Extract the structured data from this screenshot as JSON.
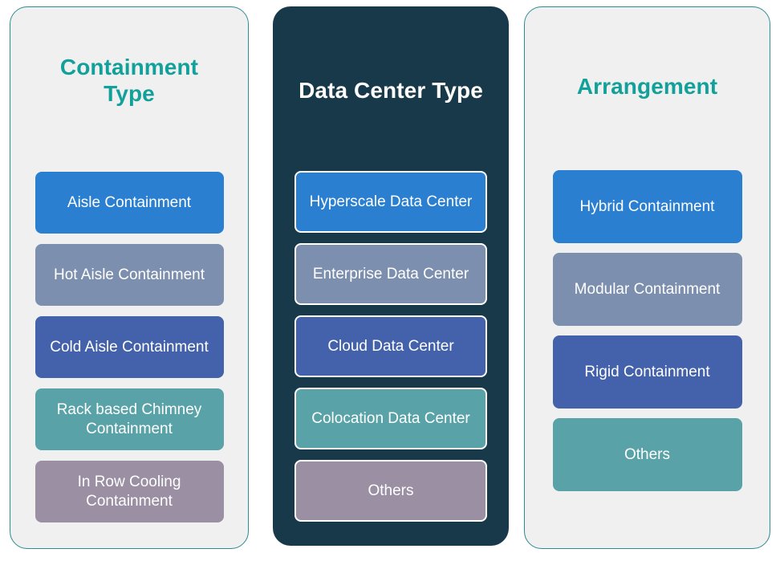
{
  "palette": {
    "blue": "#2B7FD0",
    "gray_blue": "#7C8FAE",
    "indigo": "#4462AB",
    "teal": "#59A3A8",
    "mauve": "#9A8FA3",
    "panel_bg": "#F0F0F0",
    "panel_border": "#2A8C94",
    "dark_panel_bg": "#18394A",
    "title_teal": "#12A09A",
    "title_white": "#FFFFFF",
    "item_text": "#FFFFFF"
  },
  "columns": [
    {
      "id": "containment-type",
      "title": "Containment\nType",
      "title_color": "#12A09A",
      "panel_style": "light",
      "items": [
        {
          "label": "Aisle Containment",
          "color": "#2B7FD0"
        },
        {
          "label": "Hot Aisle Containment",
          "color": "#7C8FAE"
        },
        {
          "label": "Cold Aisle\nContainment",
          "color": "#4462AB"
        },
        {
          "label": "Rack based Chimney\nContainment",
          "color": "#59A3A8"
        },
        {
          "label": "In Row Cooling\nContainment",
          "color": "#9A8FA3"
        }
      ]
    },
    {
      "id": "data-center-type",
      "title": "Data Center Type",
      "title_color": "#FFFFFF",
      "panel_style": "dark",
      "items": [
        {
          "label": "Hyperscale Data\nCenter",
          "color": "#2B7FD0"
        },
        {
          "label": "Enterprise Data Center",
          "color": "#7C8FAE"
        },
        {
          "label": "Cloud Data Center",
          "color": "#4462AB"
        },
        {
          "label": "Colocation Data\nCenter",
          "color": "#59A3A8"
        },
        {
          "label": "Others",
          "color": "#9A8FA3"
        }
      ]
    },
    {
      "id": "arrangement",
      "title": "Arrangement",
      "title_color": "#12A09A",
      "panel_style": "light",
      "items": [
        {
          "label": "Hybrid Containment",
          "color": "#2B7FD0"
        },
        {
          "label": "Modular Containment",
          "color": "#7C8FAE"
        },
        {
          "label": "Rigid Containment",
          "color": "#4462AB"
        },
        {
          "label": "Others",
          "color": "#59A3A8"
        }
      ]
    }
  ]
}
